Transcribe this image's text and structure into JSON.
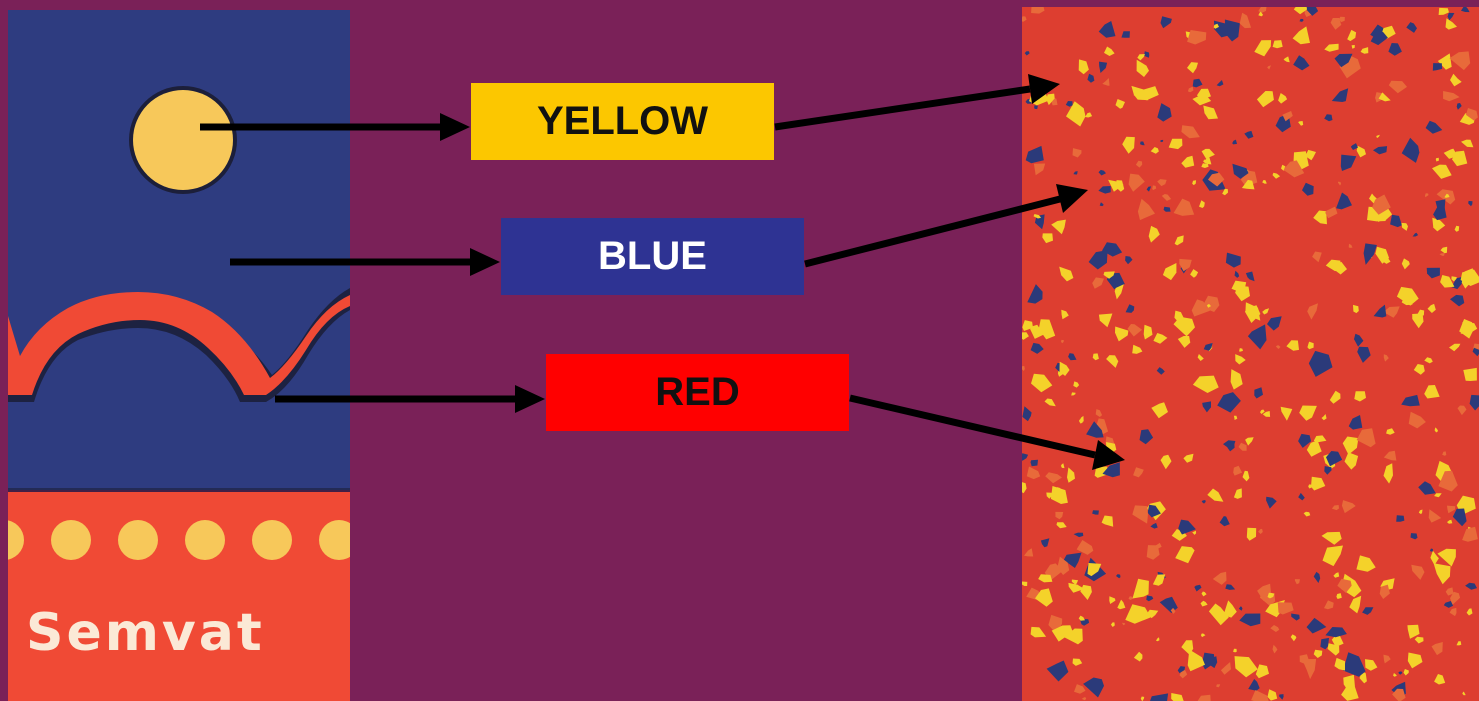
{
  "logo": {
    "brand_text": "Semvat"
  },
  "labels": {
    "yellow": "YELLOW",
    "blue": "BLUE",
    "red": "RED"
  },
  "colors": {
    "background": "#7a2158",
    "yellow": "#fcc700",
    "blue": "#2e3393",
    "red": "#ff0000",
    "logo_navy": "#2c3a7c",
    "logo_red": "#f04a35",
    "logo_dot": "#f7c85a",
    "floor_red": "#dd3e30",
    "floor_yellow": "#f4d22a",
    "floor_blue": "#2b3a7a"
  }
}
